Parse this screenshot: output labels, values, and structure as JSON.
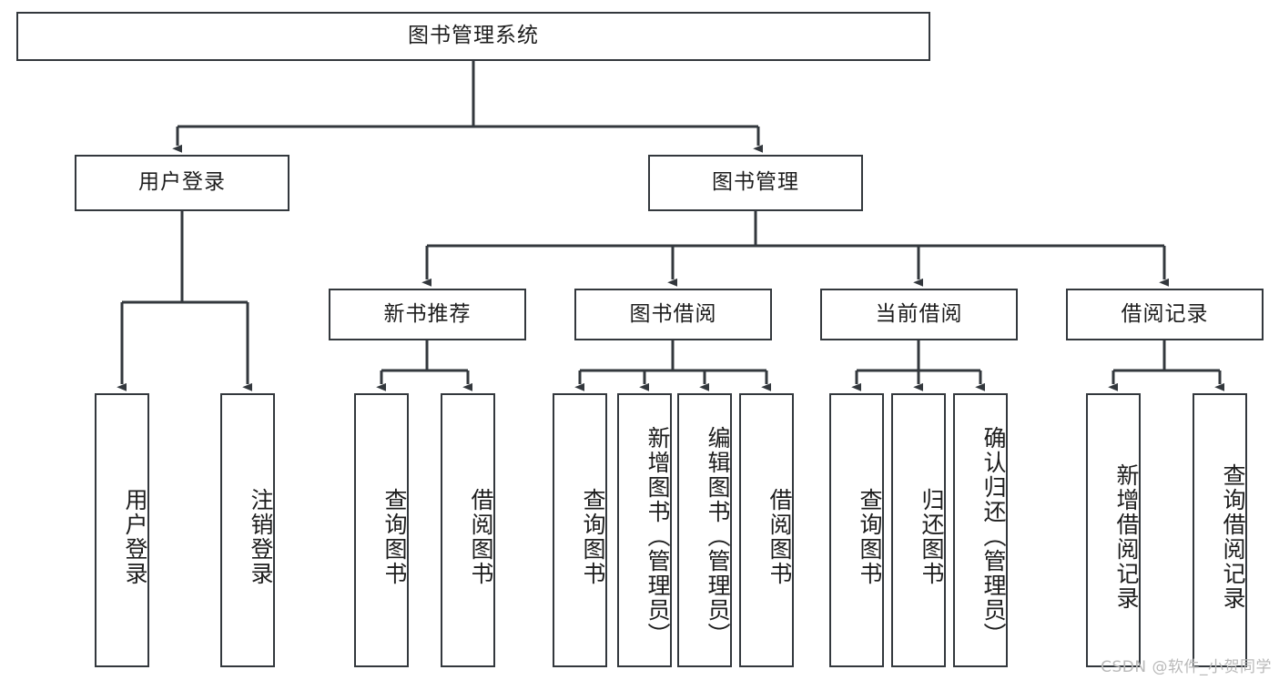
{
  "diagram": {
    "type": "tree-hierarchy-functional-decomposition",
    "stroke_color": "#33383d",
    "fill_color": "#ffffff",
    "text_color": "#1d1d1d",
    "root": {
      "label": "图书管理系统"
    },
    "level2": [
      {
        "label": "用户登录"
      },
      {
        "label": "图书管理"
      }
    ],
    "level3": [
      {
        "label": "新书推荐"
      },
      {
        "label": "图书借阅"
      },
      {
        "label": "当前借阅"
      },
      {
        "label": "借阅记录"
      }
    ],
    "leaves": {
      "user_login": [
        {
          "label": "用户登录"
        },
        {
          "label": "注销登录"
        }
      ],
      "new_book_recommend": [
        {
          "label": "查询图书"
        },
        {
          "label": "借阅图书"
        }
      ],
      "book_borrow": [
        {
          "label": "查询图书"
        },
        {
          "label": "新增图书（管理员）"
        },
        {
          "label": "编辑图书（管理员）"
        },
        {
          "label": "借阅图书"
        }
      ],
      "current_borrow": [
        {
          "label": "查询图书"
        },
        {
          "label": "归还图书"
        },
        {
          "label": "确认归还（管理员）"
        }
      ],
      "borrow_record": [
        {
          "label": "新增借阅记录"
        },
        {
          "label": "查询借阅记录"
        }
      ]
    }
  },
  "watermark": {
    "text": "CSDN @软件_小贺同学"
  }
}
